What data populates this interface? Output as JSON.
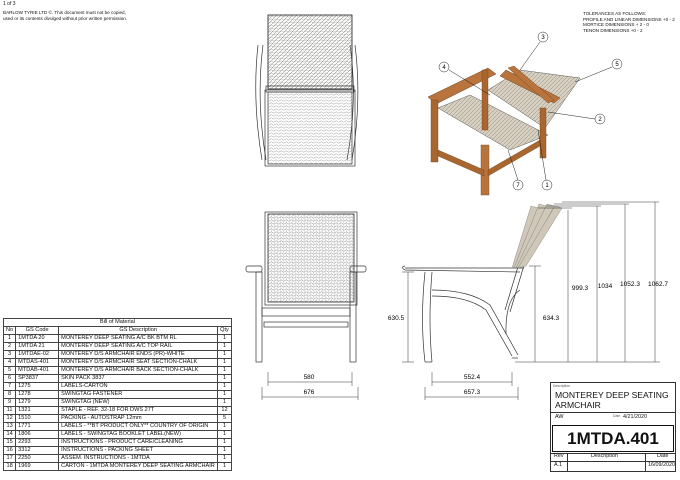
{
  "sheet": {
    "page": "1 of 3"
  },
  "disclaimer": [
    "BARLOW TYRIE LTD ©. This document must not be copied,",
    "used or its contents divulged without prior written permission."
  ],
  "tolerances": [
    "TOLERANCES AS FOLLOWS:",
    "PROFILE AND LINEAR DIMENSIONS +0 - 2",
    "MORTICE DIMENSIONS + 2 - 0",
    "TENON DIMENSIONS +0 - 2"
  ],
  "balloons": [
    "3",
    "4",
    "5",
    "2",
    "7",
    "1"
  ],
  "dimensions": {
    "side_seat_height": "630.5",
    "front_width_inner": "580",
    "front_width_overall": "676",
    "side_armrest": "634.3",
    "side_depth_inner": "552.4",
    "side_depth_overall": "657.3",
    "back_heights": [
      "999.3",
      "1034",
      "1052.3",
      "1062.7"
    ]
  },
  "bom": {
    "title": "Bill of Material",
    "headers": [
      "No",
      "GS Code",
      "GS Description",
      "Qty"
    ],
    "rows": [
      [
        "1",
        "1MTDA 20",
        "MONTEREY DEEP SEATING A/C BK BTM RL",
        "1"
      ],
      [
        "2",
        "1MTDA 21",
        "MONTEREY DEEP SEATING A/C TOP RAIL",
        "1"
      ],
      [
        "3",
        "1MTDAE-02",
        "MONTEREY D/S ARMCHAIR ENDS (PR)-WHITE",
        "1"
      ],
      [
        "4",
        "MTDAS-401",
        "MONTEREY D/S ARMCHAIR SEAT SECTION-CHALK",
        "1"
      ],
      [
        "5",
        "MTDAB-401",
        "MONTEREY D/S ARMCHAIR BACK SECTION-CHALK",
        "1"
      ],
      [
        "6",
        "SP3837",
        "SKIN PACK 3837",
        "1"
      ],
      [
        "7",
        "1275",
        "LABELS-CARTON",
        "1"
      ],
      [
        "8",
        "1278",
        "SWINGTAG FASTENER",
        "1"
      ],
      [
        "9",
        "1279",
        "SWINGTAG (NEW)",
        "1"
      ],
      [
        "11",
        "1321",
        "STAPLE - REF. 32-18 FOR DWS 27T",
        "12"
      ],
      [
        "12",
        "1510",
        "PACKING - AUTOSTRAP 12mm",
        "5"
      ],
      [
        "13",
        "1771",
        "LABELS - **BT PRODUCT ONLY** COUNTRY OF ORIGIN",
        "1"
      ],
      [
        "14",
        "1806",
        "LABELS - SWINGTAG BOOKLET LABEL(NEW)",
        "1"
      ],
      [
        "15",
        "2293",
        "INSTRUCTIONS - PRODUCT CARE/CLEANING",
        "1"
      ],
      [
        "16",
        "3312",
        "INSTRUCTIONS - PACKING SHEET",
        "1"
      ],
      [
        "17",
        "2250",
        "ASSEM. INSTRUCTIONS - 1MTDA",
        "1"
      ],
      [
        "18",
        "1969",
        "CARTON - 1MTDA MONTEREY DEEP SEATING ARMCHAIR",
        "1"
      ]
    ]
  },
  "title_block": {
    "label_desc": "Description",
    "name": "MONTEREY DEEP SEATING ARMCHAIR",
    "drawn_by": "AW",
    "date_label": "Date",
    "date": "4/21/2020",
    "part_number": "1MTDA.401",
    "rev_headers": [
      "Rev",
      "Description",
      "Date"
    ],
    "rev_row": [
      "A.1",
      "",
      "16/09/2020"
    ]
  },
  "colors": {
    "line": "#333333",
    "wood": "#b8743c",
    "wood_dark": "#8a5426",
    "rope": "#c9c2b2"
  }
}
